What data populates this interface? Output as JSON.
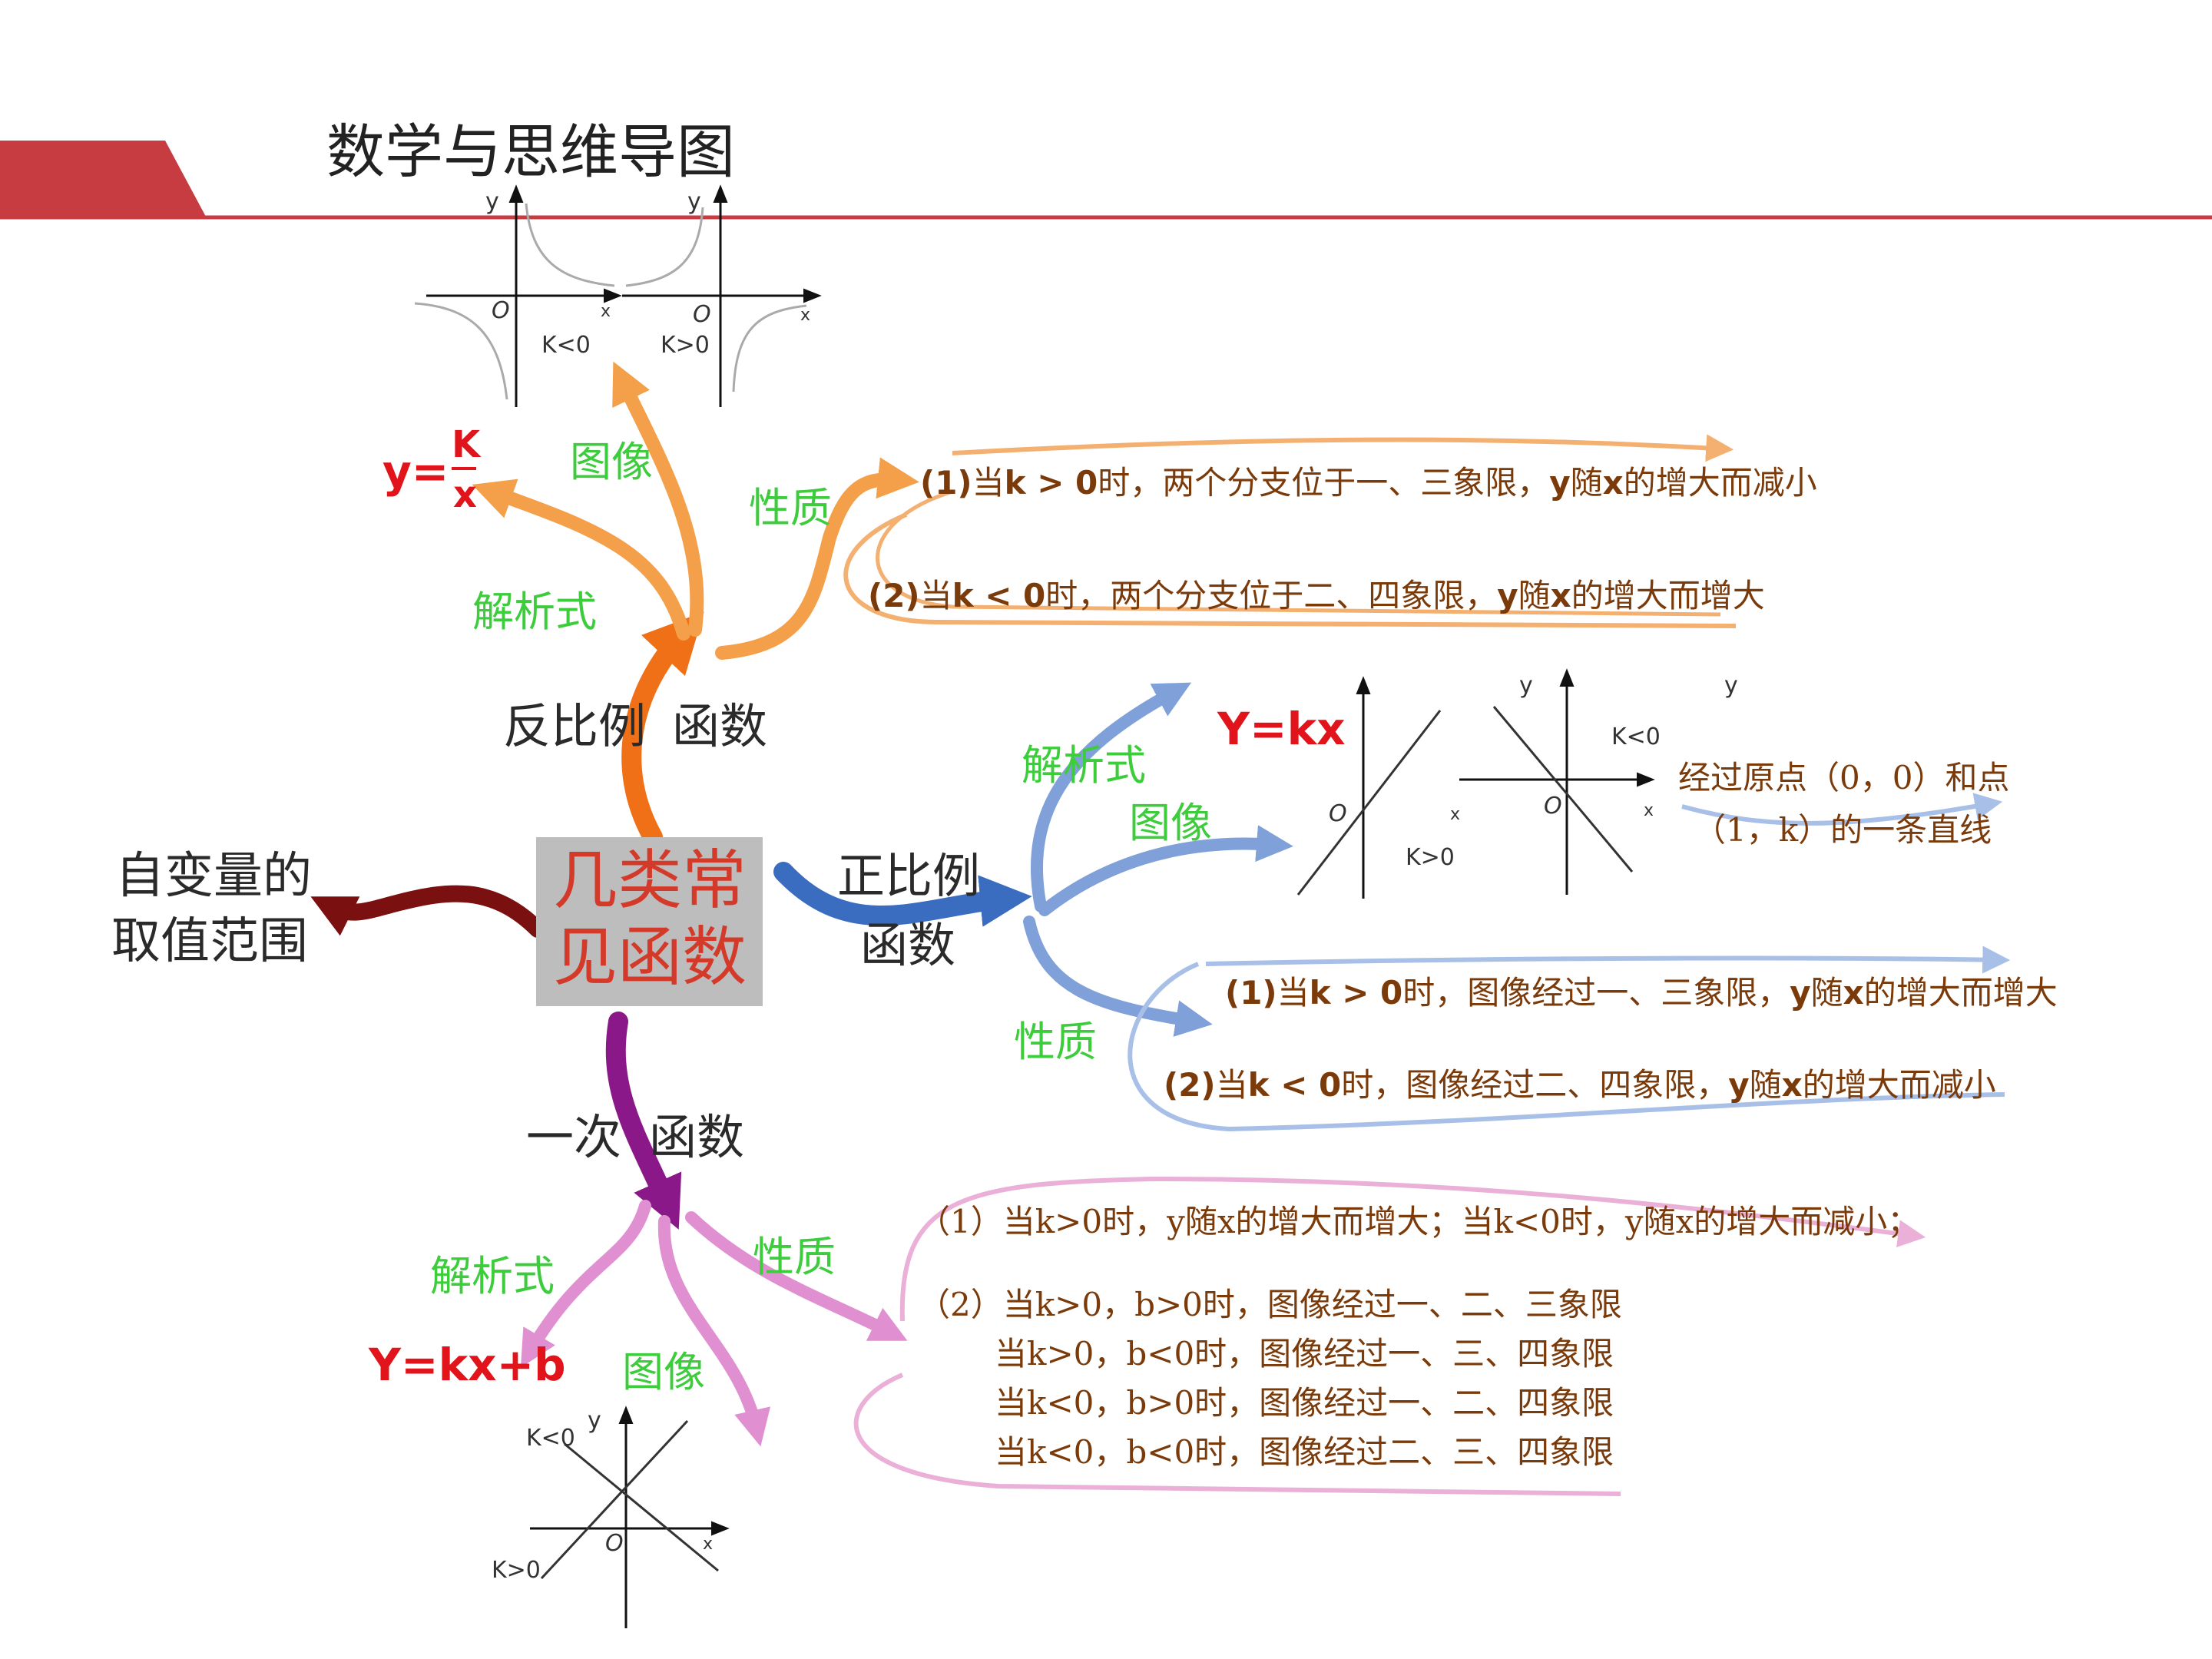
{
  "title": "数学与思维导图",
  "center": [
    "几类常",
    "见函数"
  ],
  "domain_label": [
    "自变量的",
    "取值范围"
  ],
  "inverse": {
    "name_parts": [
      "反比例",
      "函数"
    ],
    "analytic_label": "解析式",
    "image_label": "图像",
    "property_label": "性质",
    "formula": {
      "lhs": "y=",
      "num": "K",
      "den": "x"
    },
    "graph_labels": {
      "y": "y",
      "x": "x",
      "o": "O",
      "k_neg": "K<0",
      "k_pos": "K>0"
    },
    "props": [
      {
        "p1": "(1)",
        "p2": "当",
        "p3": "k > 0",
        "p4": "时，两个分支位于一、三象限，",
        "p5": "y",
        "p6": "随",
        "p7": "x",
        "p8": "的增大而减小"
      },
      {
        "p1": "(2)",
        "p2": "当",
        "p3": "k < 0",
        "p4": "时，两个分支位于二、四象限，",
        "p5": "y",
        "p6": "随",
        "p7": "x",
        "p8": "的增大而增大"
      }
    ]
  },
  "direct": {
    "name_parts": [
      "正比例",
      "函数"
    ],
    "analytic_label": "解析式",
    "image_label": "图像",
    "property_label": "性质",
    "formula": "Y=kx",
    "graph_labels": {
      "y": "y",
      "x": "x",
      "o": "O",
      "k_neg": "K<0",
      "k_pos": "K>0"
    },
    "line_note": [
      "经过原点（0，0）和点",
      "（1，k）的一条直线"
    ],
    "props": [
      {
        "p1": "(1)",
        "p2": "当",
        "p3": "k > 0",
        "p4": "时，图像经过一、三象限，",
        "p5": "y",
        "p6": "随",
        "p7": "x",
        "p8": "的增大而增大"
      },
      {
        "p1": "(2)",
        "p2": "当",
        "p3": "k < 0",
        "p4": "时，图像经过二、四象限，",
        "p5": "y",
        "p6": "随",
        "p7": "x",
        "p8": "的增大而减小"
      }
    ]
  },
  "linear": {
    "name_parts": [
      "一次",
      "函数"
    ],
    "analytic_label": "解析式",
    "image_label": "图像",
    "property_label": "性质",
    "formula": "Y=kx+b",
    "graph_labels": {
      "y": "y",
      "x": "x",
      "o": "O",
      "k_neg": "K<0",
      "k_pos": "K>0"
    },
    "props": [
      "（1）当k>0时，y随x的增大而增大；当k<0时，y随x的增大而减小；",
      "（2）当k>0，b>0时，图像经过一、二、三象限",
      "当k>0，b<0时，图像经过一、三、四象限",
      "当k<0，b>0时，图像经过一、二、四象限",
      "当k<0，b<0时，图像经过二、三、四象限"
    ]
  },
  "colors": {
    "banner": "#c63c40",
    "rule": "#c63c40",
    "inverse_arrow": "#f4a04a",
    "inverse_trunk": "#f07018",
    "direct_arrow": "#7fa0d8",
    "direct_trunk": "#3a6cc0",
    "linear_arrow": "#e090d0",
    "linear_trunk": "#8a1888",
    "domain_arrow": "#7a1010"
  }
}
